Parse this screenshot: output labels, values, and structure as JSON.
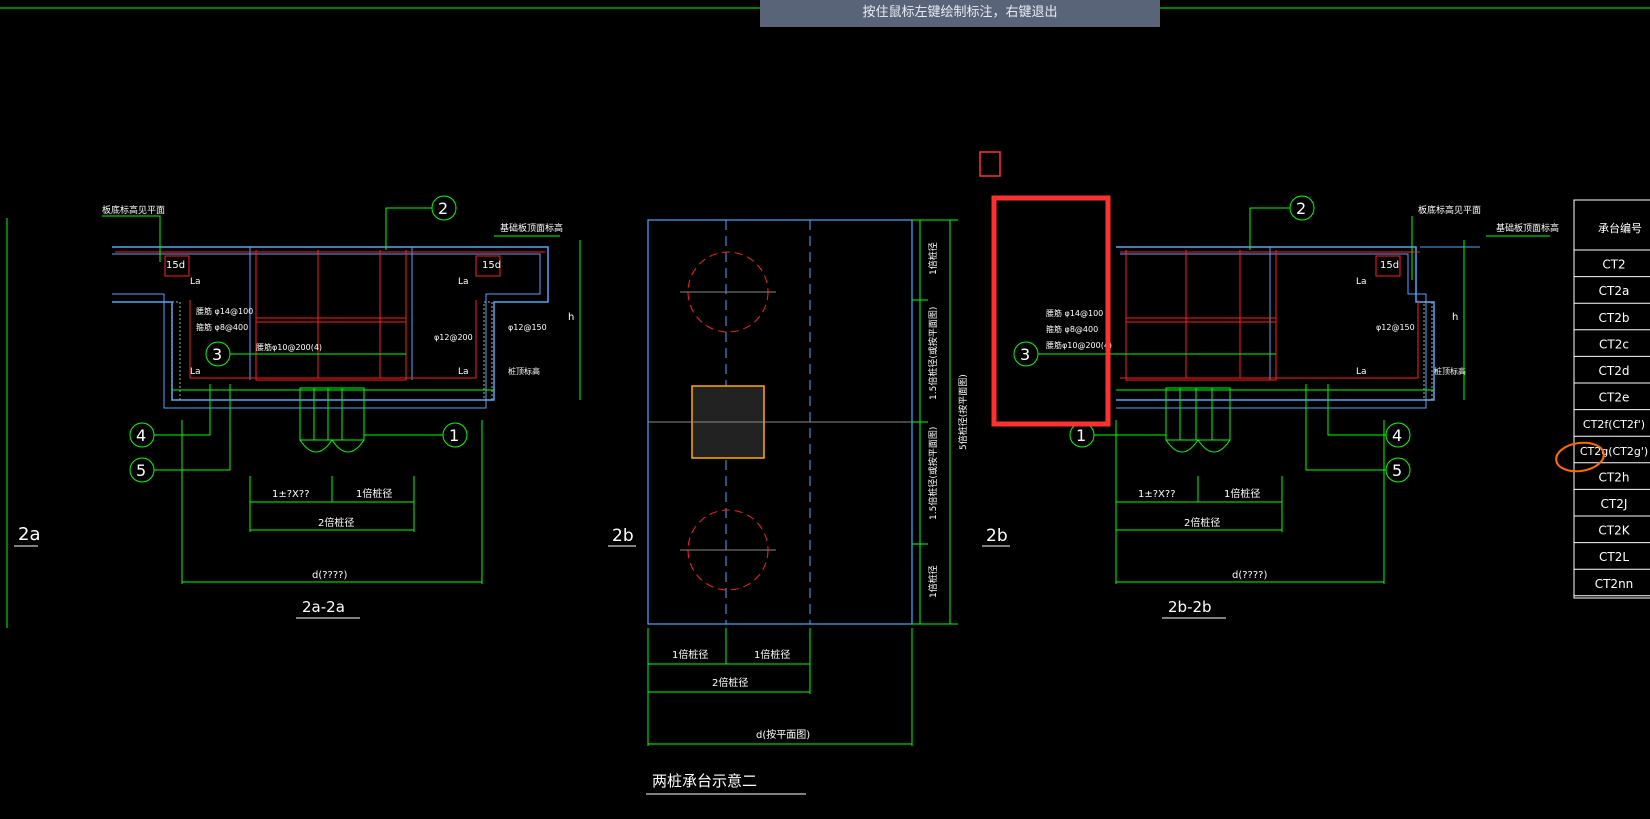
{
  "hint_banner": "按住鼠标左键绘制标注，右键退出",
  "colors": {
    "line": "#00ff00",
    "rebar": "#ff2020",
    "concrete": "#4aa8ff",
    "highlight": "#ff3030",
    "annotation": "#ff6a00",
    "text": "#ffffff",
    "banner_bg": "#5a6478"
  },
  "left_section": {
    "title": "2a-2a",
    "side_label": "2a",
    "callouts": [
      "2",
      "3",
      "4",
      "5",
      "1"
    ],
    "note_top_left": "板底标高见平面",
    "note_top_right": "基础板顶面标高",
    "note_bottom_right": "桩顶标高",
    "anchor_15d_left": "15d",
    "anchor_15d_right": "15d",
    "la_labels": [
      "La",
      "La",
      "La",
      "La"
    ],
    "rebar_note_1": "腰筋 φ14@100",
    "rebar_note_2": "箍筋 φ8@400",
    "rebar_note_3": "腰筋φ10@200(4)",
    "rebar_note_right": "φ12@200",
    "rebar_note_side": "φ12@150",
    "height_label": "h",
    "dim_1": "1±?X??",
    "dim_2": "1倍桩径",
    "dim_3": "2倍桩径",
    "dim_4": "d(????)"
  },
  "plan_view": {
    "side_label_left": "2b",
    "side_label_right": "2b",
    "dim_right_1": "1倍桩径",
    "dim_right_2": "1.5倍桩径(或按平面图)",
    "dim_right_3": "1.5倍桩径(或按平面图)",
    "dim_right_4": "1倍桩径",
    "dim_right_total": "5倍桩径(按平面图)",
    "dim_bottom_1": "1倍桩径",
    "dim_bottom_2": "1倍桩径",
    "dim_bottom_3": "2倍桩径",
    "dim_bottom_4": "d(按平面图)",
    "caption": "两桩承台示意二"
  },
  "right_section": {
    "title": "2b-2b",
    "callouts": [
      "2",
      "3",
      "1",
      "4",
      "5"
    ],
    "note_top_right": "板底标高见平面",
    "note_far_right": "基础板顶面标高",
    "note_bottom_right": "桩顶标高",
    "anchor_15d": "15d",
    "la_labels": [
      "La",
      "La"
    ],
    "rebar_note_1": "腰筋 φ14@100",
    "rebar_note_2": "箍筋 φ8@400",
    "rebar_note_3": "腰筋φ10@200(4)",
    "rebar_note_side": "φ12@150",
    "height_label": "h",
    "dim_1": "1±?X??",
    "dim_2": "1倍桩径",
    "dim_3": "2倍桩径",
    "dim_4": "d(????)"
  },
  "table": {
    "header": "承台编号",
    "rows": [
      "CT2",
      "CT2a",
      "CT2b",
      "CT2c",
      "CT2d",
      "CT2e",
      "CT2f(CT2f')",
      "CT2g(CT2g')",
      "CT2h",
      "CT2J",
      "CT2K",
      "CT2L",
      "CT2nn"
    ]
  }
}
